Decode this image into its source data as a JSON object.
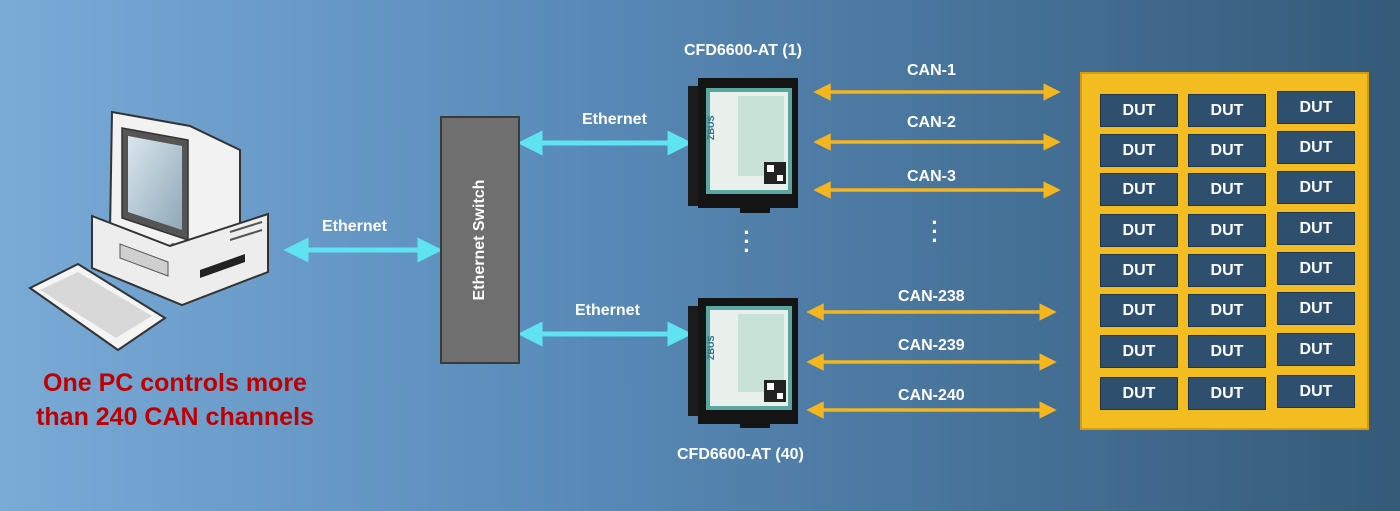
{
  "pc_caption": {
    "line1": "One PC controls more",
    "line2": "than 240 CAN channels"
  },
  "links": {
    "pc_switch": "Ethernet",
    "switch_device1": "Ethernet",
    "switch_device40": "Ethernet"
  },
  "switch": {
    "label": "Ethernet Switch"
  },
  "devices": {
    "top": {
      "label": "CFD6600-AT (1)"
    },
    "bottom": {
      "label": "CFD6600-AT (40)"
    },
    "brand": "ZBUS"
  },
  "can_channels": [
    "CAN-1",
    "CAN-2",
    "CAN-3",
    "CAN-238",
    "CAN-239",
    "CAN-240"
  ],
  "dut_label": "DUT",
  "colors": {
    "ethernet_arrow": "#5fe3f0",
    "can_arrow": "#f5b51c",
    "dut_panel": "#f3bd22",
    "dut_box": "#2f4f6f",
    "caption_red": "#c00000",
    "switch_gray": "#6f6f6f"
  }
}
